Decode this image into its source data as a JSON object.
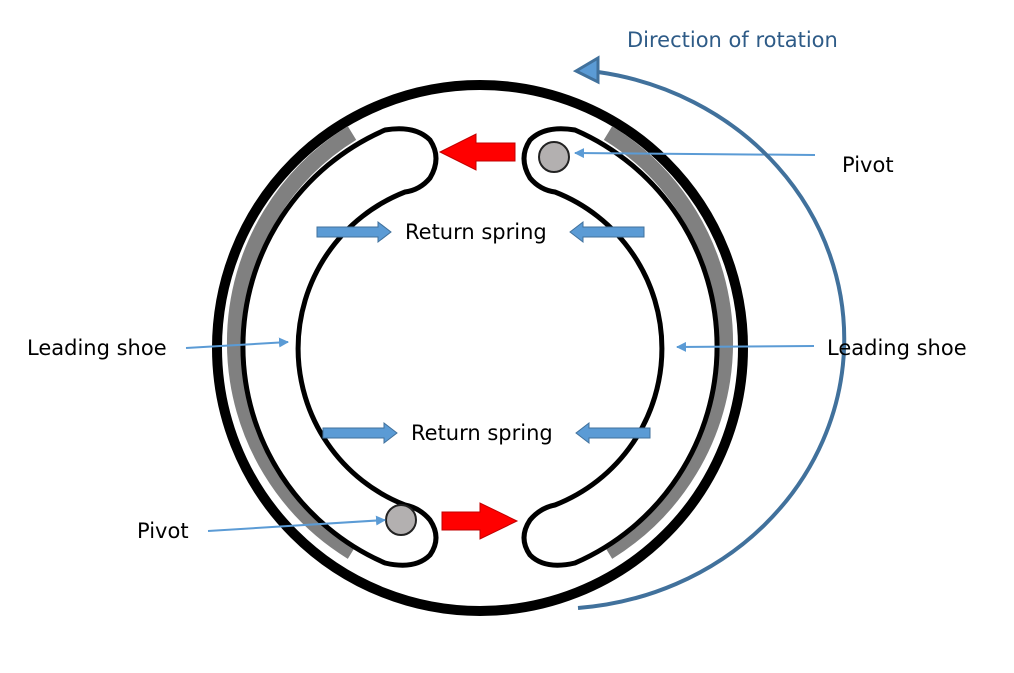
{
  "diagram": {
    "title": "Direction of rotation",
    "labels": {
      "pivot_top": "Pivot",
      "pivot_bottom": "Pivot",
      "leading_shoe_left": "Leading shoe",
      "leading_shoe_right": "Leading shoe",
      "return_spring_top": "Return spring",
      "return_spring_bottom": "Return spring"
    },
    "components": [
      "brake drum",
      "leading shoe (left)",
      "leading shoe (right)",
      "friction lining",
      "pivot pin",
      "wheel cylinder piston force",
      "return spring"
    ],
    "colors": {
      "drum": "#000000",
      "lining": "#808080",
      "pivot_fill": "#b3b0b0",
      "force_arrow": "#ff0000",
      "spring_arrow": "#5b9bd5",
      "pointer": "#5b9bd5",
      "rotation_arrow": "#41719c",
      "title": "#2e5b87"
    }
  }
}
